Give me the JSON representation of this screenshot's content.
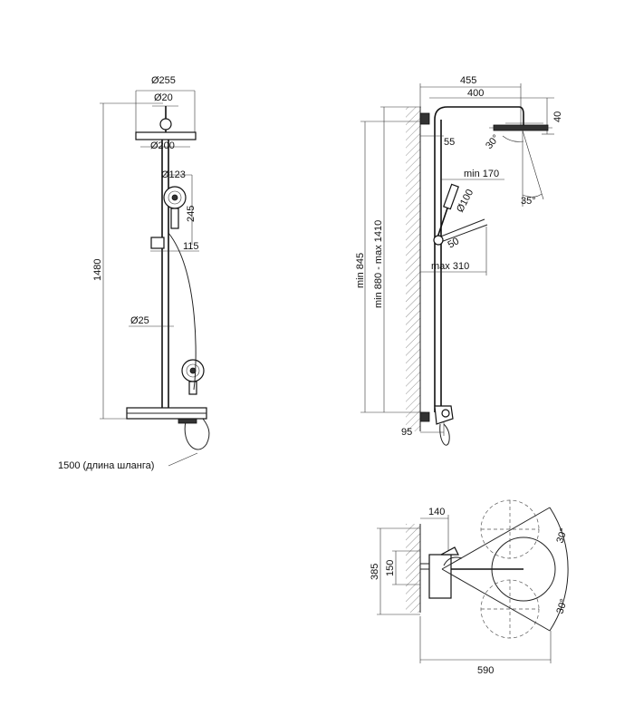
{
  "front_view": {
    "d_head": "Ø255",
    "d_arm": "Ø20",
    "d_plate": "Ø200",
    "d_hand": "Ø123",
    "dim_245": "245",
    "dim_115": "115",
    "d_pipe": "Ø25",
    "height": "1480",
    "hose": "1500 (длина шланга)"
  },
  "side_view": {
    "w455": "455",
    "w400": "400",
    "h40": "40",
    "d55": "55",
    "angle30": "30°",
    "min170": "min 170",
    "d100": "Ø100",
    "angle35": "35°",
    "a50": "50",
    "max310": "max 310",
    "min845": "min 845",
    "range": "min 880 - max 1410",
    "d95": "95"
  },
  "top_view": {
    "w140": "140",
    "h385": "385",
    "h150": "150",
    "w590": "590",
    "angle30a": "30°",
    "angle30b": "30°"
  }
}
